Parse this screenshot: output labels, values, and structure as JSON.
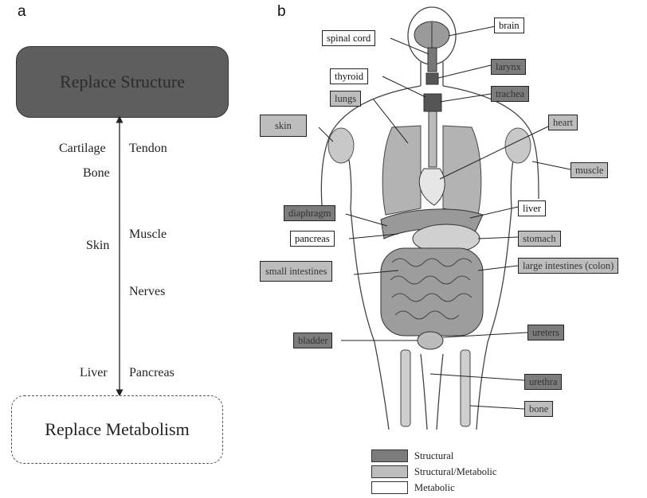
{
  "panel_a": {
    "letter": "a",
    "top_box": "Replace Structure",
    "bottom_box": "Replace Metabolism",
    "tissues": {
      "cartilage": "Cartilage",
      "tendon": "Tendon",
      "bone": "Bone",
      "skin": "Skin",
      "muscle": "Muscle",
      "nerves": "Nerves",
      "liver": "Liver",
      "pancreas": "Pancreas"
    }
  },
  "panel_b": {
    "letter": "b",
    "labels": {
      "brain": "brain",
      "spinal_cord": "spinal cord",
      "larynx": "larynx",
      "thyroid": "thyroid",
      "trachea": "trachea",
      "lungs": "lungs",
      "heart": "heart",
      "skin": "skin",
      "muscle": "muscle",
      "liver": "liver",
      "diaphragm": "diaphragm",
      "pancreas": "pancreas",
      "stomach": "stomach",
      "small_intestines": "small intestines",
      "large_intestines": "large intestines (colon)",
      "bladder": "bladder",
      "ureters": "ureters",
      "urethra": "urethra",
      "bone": "bone"
    }
  },
  "legend": {
    "structural": "Structural",
    "structural_metabolic": "Structural/Metabolic",
    "metabolic": "Metabolic"
  },
  "colors": {
    "structural": "#7c7c7c",
    "structural_metabolic": "#bdbdbd",
    "metabolic": "#ffffff"
  }
}
